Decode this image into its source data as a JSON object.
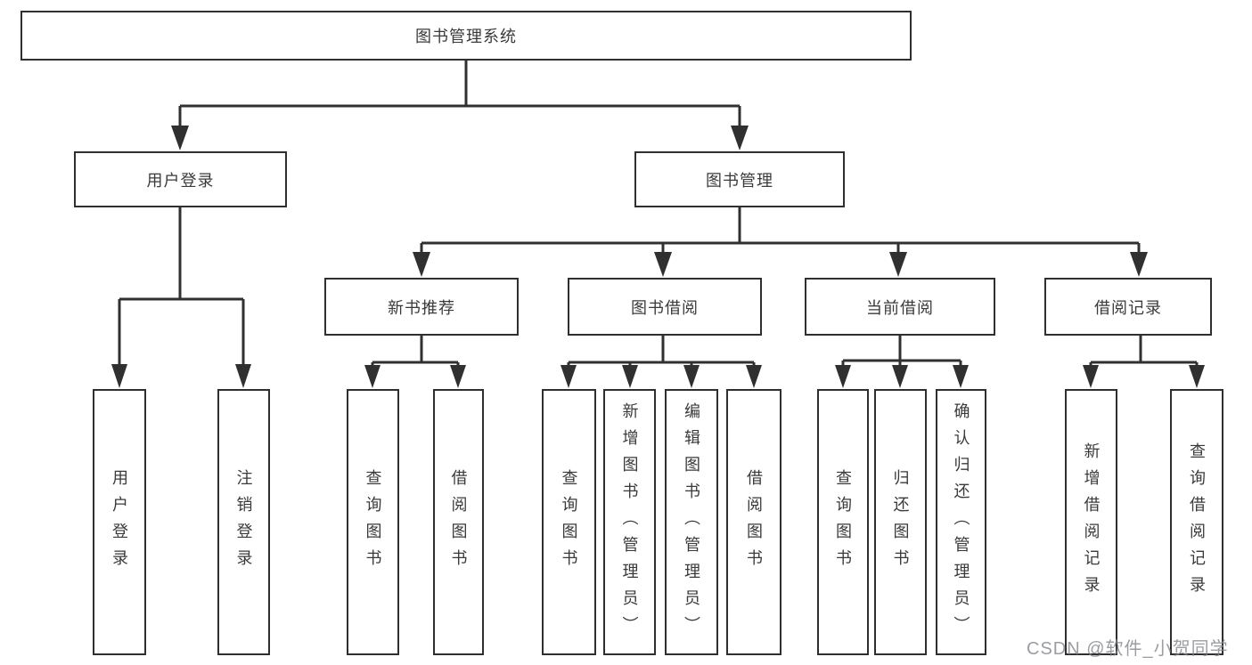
{
  "diagram": {
    "title": "图书管理系统",
    "nodes": {
      "root": "图书管理系统",
      "user_login": "用户登录",
      "book_mgmt": "图书管理",
      "new_rec": "新书推荐",
      "borrow": "图书借阅",
      "current": "当前借阅",
      "record": "借阅记录",
      "ul_login": "用户登录",
      "ul_logout": "注销登录",
      "nr_query": "查询图书",
      "nr_borrow": "借阅图书",
      "bb_query": "查询图书",
      "bb_add": "新增图书（管理员）",
      "bb_edit": "编辑图书（管理员）",
      "bb_borrow": "借阅图书",
      "cb_query": "查询图书",
      "cb_return": "归还图书",
      "cb_confirm": "确认归还（管理员）",
      "br_add": "新增借阅记录",
      "br_query": "查询借阅记录"
    },
    "colors": {
      "line": "#303030",
      "text": "#3a3a3a",
      "box_background": "#ffffff",
      "watermark": "#82858a"
    }
  },
  "watermark": "CSDN @软件_小贺同学"
}
